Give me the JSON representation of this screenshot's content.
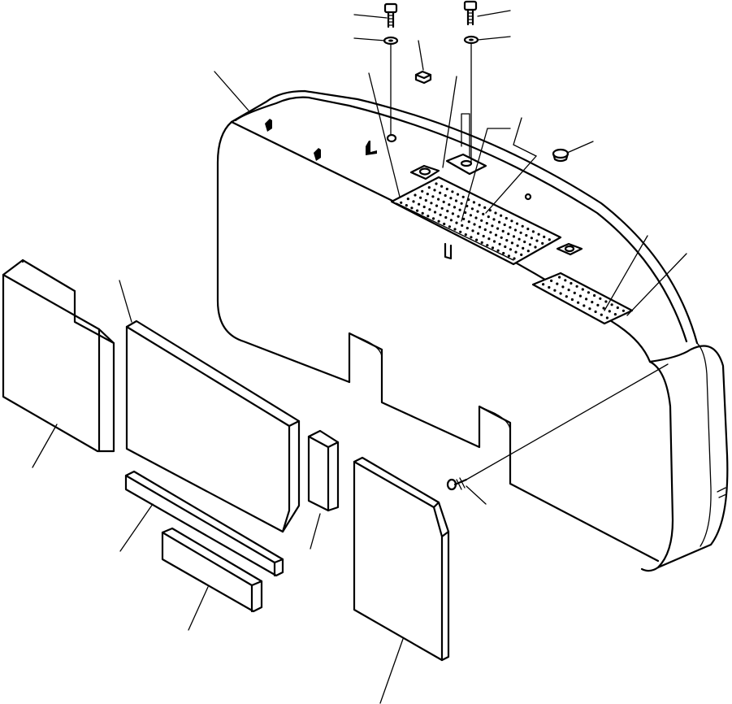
{
  "diagram": {
    "background": "#ffffff",
    "stroke_color": "#000000",
    "hole_pattern": {
      "large_plate": {
        "rows": 6,
        "cols": 22
      },
      "small_plate": {
        "rows": 3,
        "cols": 12
      }
    }
  }
}
